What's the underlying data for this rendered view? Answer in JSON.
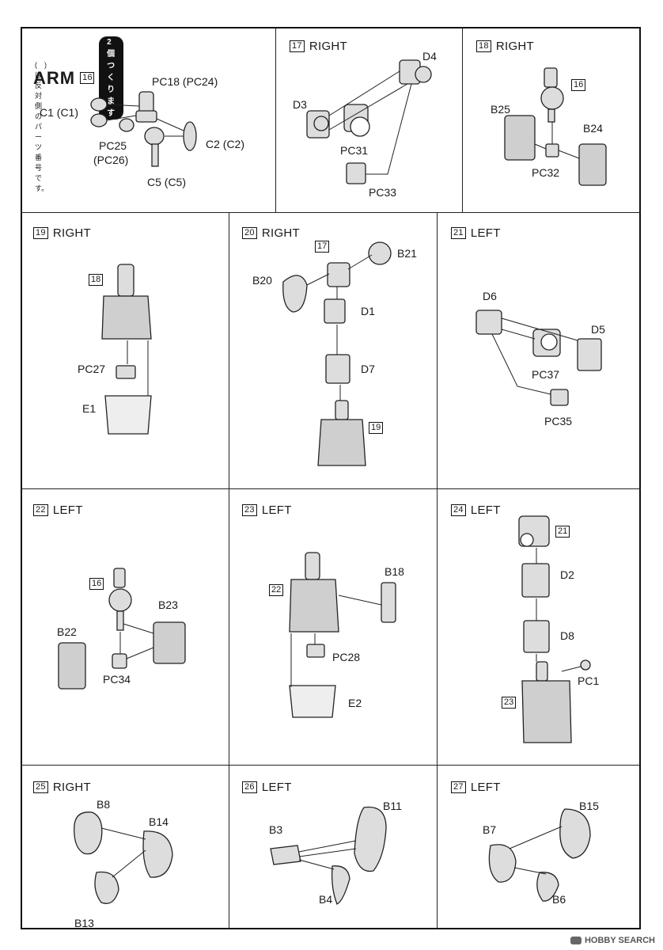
{
  "panels": {
    "p16": {
      "title": "ARM",
      "num": "16",
      "pill": "2個つくります",
      "note": "(　)は反対側のパーツ番号です。",
      "labels": {
        "pc18": "PC18 (PC24)",
        "c1": "C1 (C1)",
        "pc25": "PC25",
        "pc26": "(PC26)",
        "c2": "C2 (C2)",
        "c5": "C5 (C5)"
      }
    },
    "p17": {
      "num": "17",
      "title": "RIGHT",
      "labels": {
        "d4": "D4",
        "d3": "D3",
        "pc31": "PC31",
        "pc33": "PC33"
      }
    },
    "p18": {
      "num": "18",
      "title": "RIGHT",
      "ref": "16",
      "labels": {
        "b25": "B25",
        "b24": "B24",
        "pc32": "PC32"
      }
    },
    "p19": {
      "num": "19",
      "title": "RIGHT",
      "ref": "18",
      "labels": {
        "pc27": "PC27",
        "e1": "E1"
      }
    },
    "p20": {
      "num": "20",
      "title": "RIGHT",
      "ref_top": "17",
      "ref_bottom": "19",
      "labels": {
        "b21": "B21",
        "b20": "B20",
        "d1": "D1",
        "d7": "D7"
      }
    },
    "p21": {
      "num": "21",
      "title": "LEFT",
      "labels": {
        "d6": "D6",
        "d5": "D5",
        "pc37": "PC37",
        "pc35": "PC35"
      }
    },
    "p22": {
      "num": "22",
      "title": "LEFT",
      "ref": "16",
      "labels": {
        "b23": "B23",
        "b22": "B22",
        "pc34": "PC34"
      }
    },
    "p23": {
      "num": "23",
      "title": "LEFT",
      "ref": "22",
      "labels": {
        "b18": "B18",
        "pc28": "PC28",
        "e2": "E2"
      }
    },
    "p24": {
      "num": "24",
      "title": "LEFT",
      "ref_top": "21",
      "ref_bottom": "23",
      "labels": {
        "d2": "D2",
        "d8": "D8",
        "pc1": "PC1"
      }
    },
    "p25": {
      "num": "25",
      "title": "RIGHT",
      "labels": {
        "b8": "B8",
        "b14": "B14",
        "b13": "B13"
      }
    },
    "p26": {
      "num": "26",
      "title": "LEFT",
      "labels": {
        "b11": "B11",
        "b3": "B3",
        "b4": "B4"
      }
    },
    "p27": {
      "num": "27",
      "title": "LEFT",
      "labels": {
        "b15": "B15",
        "b7": "B7",
        "b6": "B6"
      }
    }
  },
  "watermark": "HOBBY SEARCH"
}
